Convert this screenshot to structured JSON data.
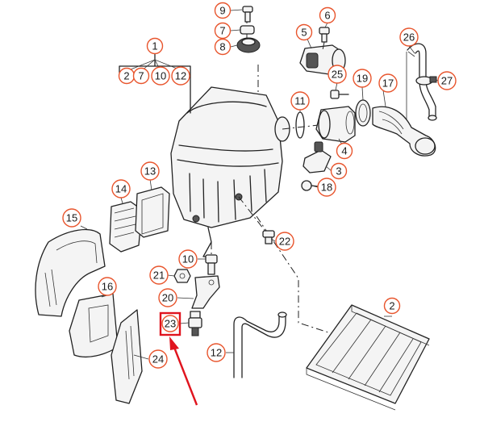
{
  "callouts": {
    "c1": "1",
    "c2a": "2",
    "c7": "7",
    "c10a": "10",
    "c12a": "12",
    "c9": "9",
    "c7b": "7",
    "c8": "8",
    "c6": "6",
    "c5": "5",
    "c26": "26",
    "c27": "27",
    "c25": "25",
    "c19": "19",
    "c17": "17",
    "c11": "11",
    "c4": "4",
    "c3": "3",
    "c18": "18",
    "c14": "14",
    "c13": "13",
    "c15": "15",
    "c22": "22",
    "c10b": "10",
    "c21": "21",
    "c16": "16",
    "c20": "20",
    "c23": "23",
    "c24": "24",
    "c12b": "12",
    "c2b": "2"
  },
  "highlighted_part": "23",
  "colors": {
    "callout_ring": "#e8552d",
    "highlight": "#e0141e",
    "line": "#222222"
  }
}
